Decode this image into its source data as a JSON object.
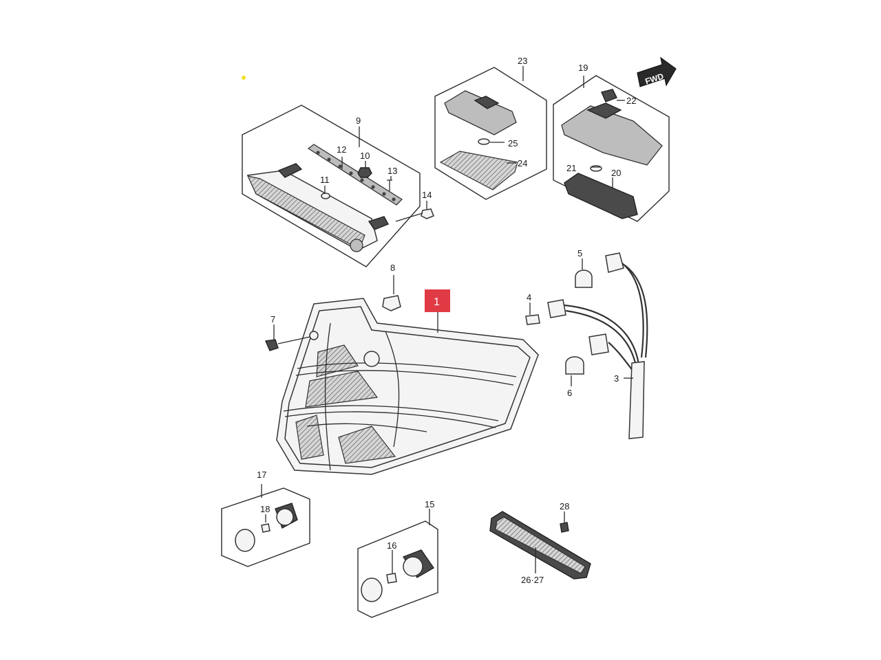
{
  "fwd": {
    "text": "FWD"
  },
  "highlight": {
    "label": "1",
    "color": "#e03a44"
  },
  "labels": {
    "l3": "3",
    "l4": "4",
    "l5": "5",
    "l6": "6",
    "l7": "7",
    "l8": "8",
    "l9": "9",
    "l10": "10",
    "l11": "11",
    "l12": "12",
    "l13": "13",
    "l14": "14",
    "l15": "15",
    "l16": "16",
    "l17": "17",
    "l18": "18",
    "l19": "19",
    "l20": "20",
    "l21": "21",
    "l22": "22",
    "l23": "23",
    "l24": "24",
    "l25": "25",
    "l26_27": "26·27",
    "l28": "28"
  }
}
